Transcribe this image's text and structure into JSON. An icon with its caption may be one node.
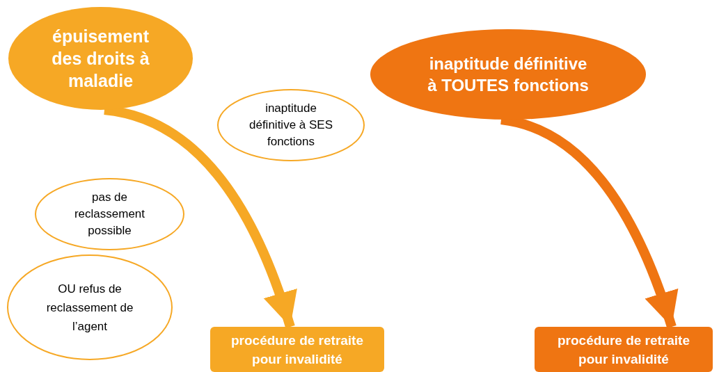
{
  "diagram": {
    "nodes": [
      {
        "text": [
          "épuisement des droits à maladie"
        ]
      },
      {
        "text": [
          "inaptitude définitive à SES fonctions"
        ]
      },
      {
        "text": [
          "pas de reclassement possible"
        ]
      },
      {
        "text": [
          "OU refus de reclassement de l’agent"
        ]
      },
      {
        "text": [
          "procédure de retraite pour invalidité"
        ]
      },
      {
        "text": [
          "inaptitude définitive à TOUTES fonctions"
        ]
      },
      {
        "text": [
          "procédure de retraite pour invalidité"
        ]
      }
    ],
    "edges": [
      {
        "from": 0,
        "to": 4,
        "arrow": "to",
        "color": "#f6a825"
      },
      {
        "from": 5,
        "to": 6,
        "arrow": "to",
        "color": "#ef7512"
      }
    ]
  }
}
